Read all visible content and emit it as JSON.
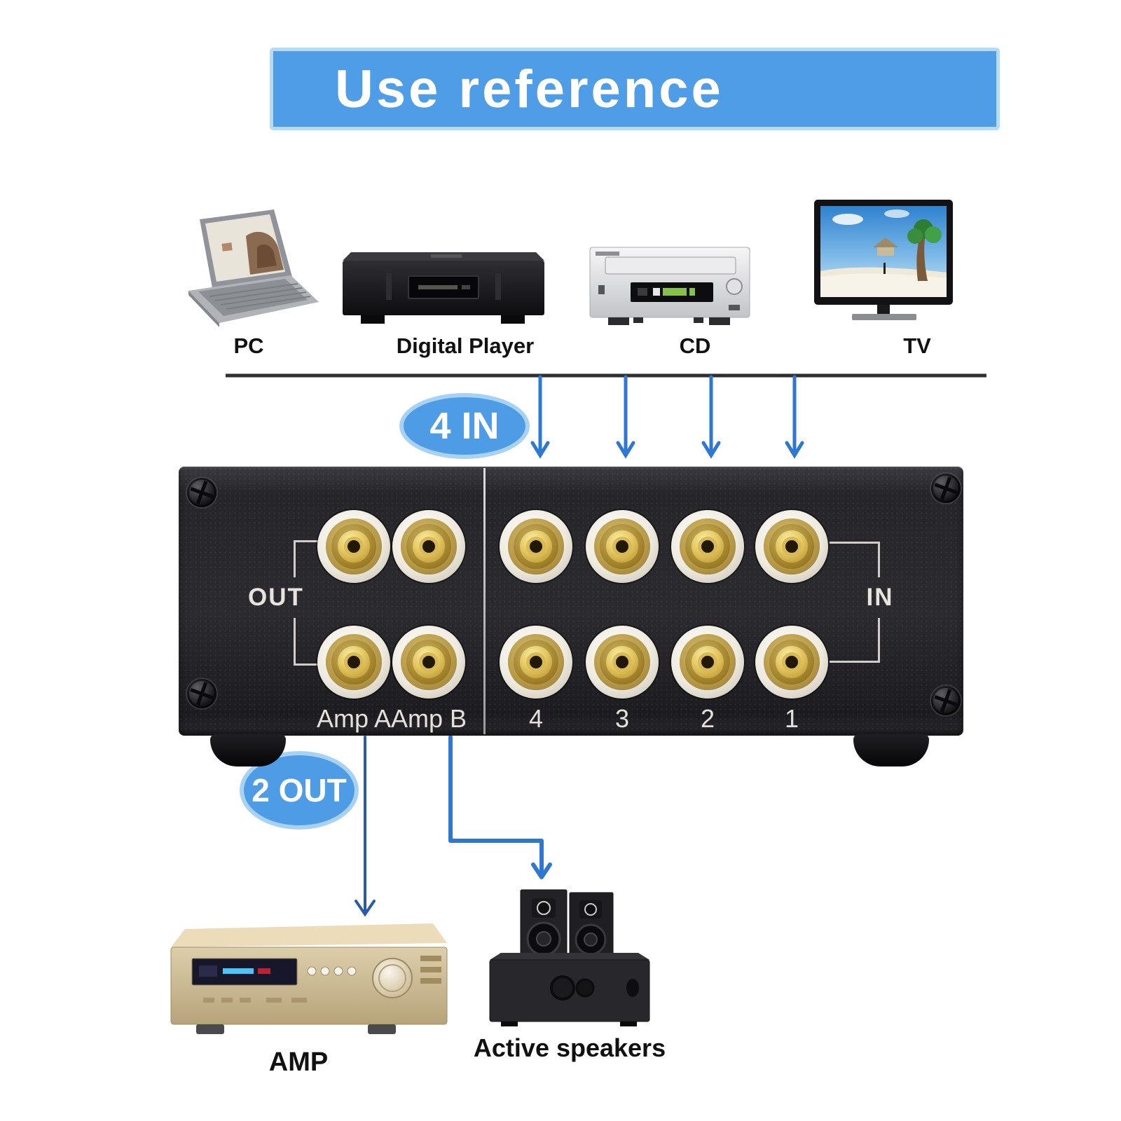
{
  "title": "Use reference",
  "sources": {
    "items": [
      {
        "id": "pc",
        "label": "PC"
      },
      {
        "id": "digital-player",
        "label": "Digital Player"
      },
      {
        "id": "cd",
        "label": "CD"
      },
      {
        "id": "tv",
        "label": "TV"
      }
    ]
  },
  "badges": {
    "input": "4 IN",
    "output": "2 OUT"
  },
  "switcher": {
    "out_section_label": "OUT",
    "in_section_label": "IN",
    "output_ports": [
      {
        "label": "Amp A"
      },
      {
        "label": "Amp B"
      }
    ],
    "input_ports": [
      {
        "label": "4"
      },
      {
        "label": "3"
      },
      {
        "label": "2"
      },
      {
        "label": "1"
      }
    ]
  },
  "sinks": {
    "items": [
      {
        "id": "amp",
        "label": "AMP"
      },
      {
        "id": "active-speakers",
        "label": "Active speakers"
      }
    ]
  },
  "colors": {
    "banner_fill": "#4f9de6",
    "banner_border": "#b5dbf7",
    "banner_text": "#ffffff",
    "badge_fill": "#4f9ce6",
    "badge_border": "#a8d2f4",
    "arrow_blue": "#2e78d2",
    "arrow_dark_blue": "#2a5ba8",
    "bus_line": "#2f2f2f",
    "chassis": "#26262a",
    "panel_text": "#e3e1da",
    "jack_gold": "#e5c964"
  }
}
